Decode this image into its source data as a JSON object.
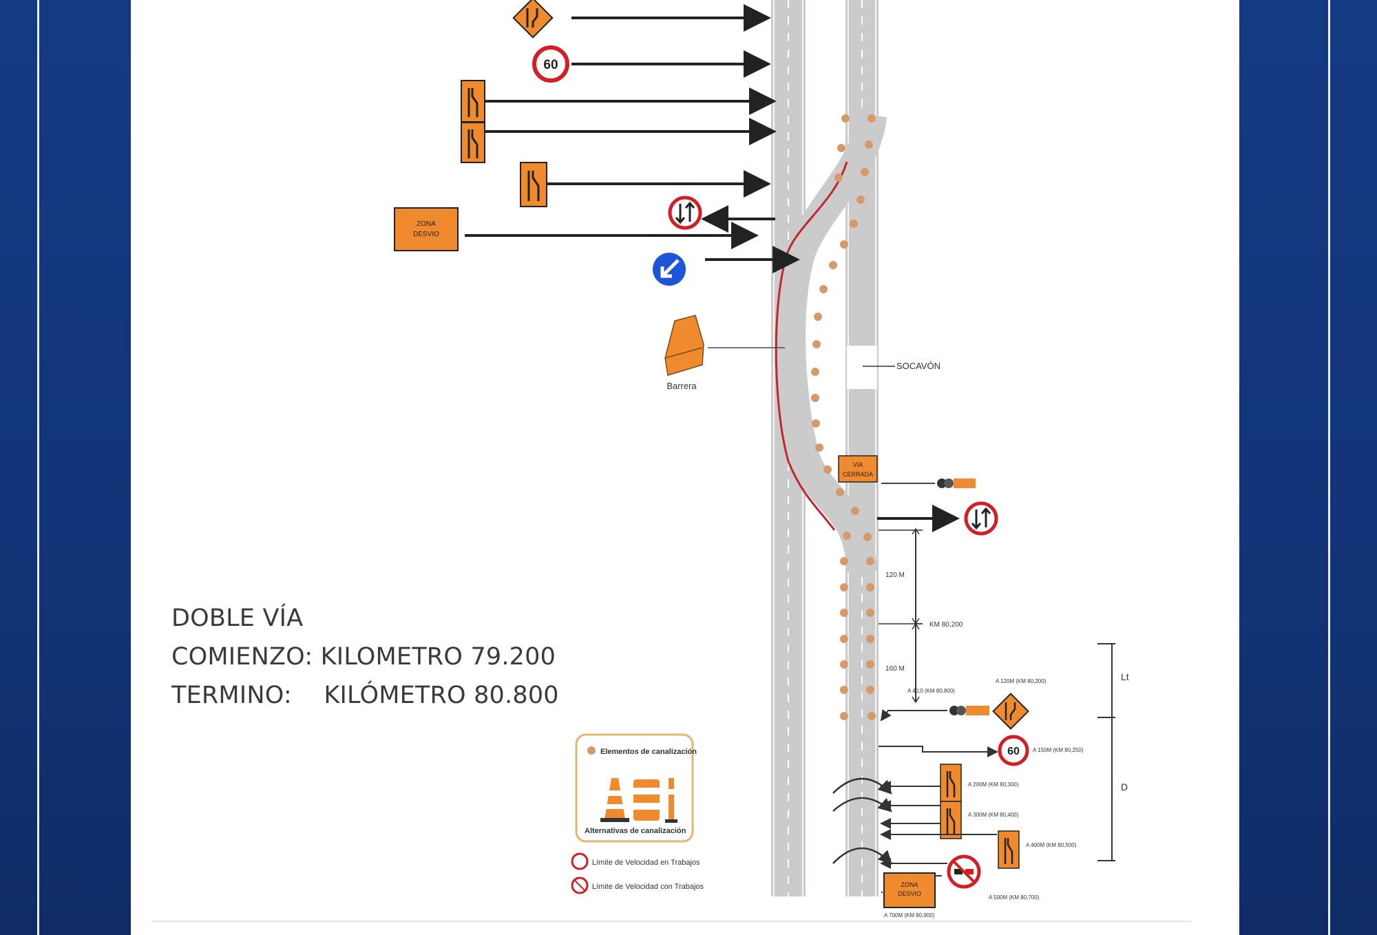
{
  "info": {
    "line1": "DOBLE VÍA",
    "start_label": "COMIENZO:",
    "start_value": "KILOMETRO 79.200",
    "end_label": "TERMINO:",
    "end_value": "KILÓMETRO 80.800"
  },
  "signs": {
    "speed_limit": "60",
    "zona_desvio_line1": "ZONA",
    "zona_desvio_line2": "DESVIO",
    "via_cerrada_line1": "VIA",
    "via_cerrada_line2": "CERRADA",
    "barrera_label": "Barrera",
    "socavon_label": "SOCAVÓN"
  },
  "dimensions": {
    "dim_a": "120 M",
    "dim_b": "160 M",
    "dim_km": "KM 80,200",
    "dim_lt": "Lt",
    "dim_d": "D"
  },
  "annotations": {
    "a1": "A 120M (KM 80,200)",
    "a2": "A 40,0 (KM 80,800)",
    "a3": "A 150M (KM 80,250)",
    "a4": "A 200M (KM 80,300)",
    "a5": "A 300M (KM 80,400)",
    "a6": "A 400M (KM 80,500)",
    "a7": "A 500M (KM 80,700)",
    "a8": "A 700M (KM 80,900)"
  },
  "legend": {
    "title": "Elementos de canalización",
    "footer": "Alternativas de canalización",
    "speed_row1": "Límite de Velocidad en Trabajos",
    "speed_row2": "Límite de Velocidad con Trabajos"
  },
  "colors": {
    "frame_blue": "#14397f",
    "road_gray": "#cbcbcb",
    "sign_orange": "#f08a2e",
    "channel_dot": "#d69a6a",
    "detour_red": "#c0272d",
    "sign_red": "#d21f26",
    "sign_blue": "#1c55d8"
  }
}
